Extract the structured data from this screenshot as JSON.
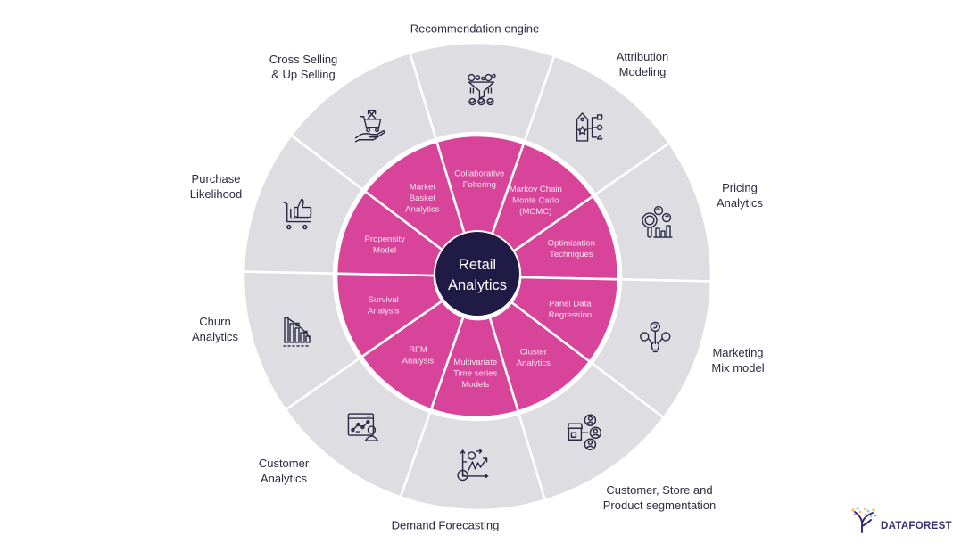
{
  "diagram": {
    "title": "Retail Analytics",
    "center": {
      "lines": [
        "Retail",
        "Analytics"
      ]
    },
    "colors": {
      "outer_ring": "#dedde2",
      "inner_ring": "#d9449b",
      "center": "#1f1b45",
      "divider": "#ffffff",
      "outer_text": "#2d2b3f",
      "inner_text": "#fbe3f0",
      "icon": "#2a2845"
    },
    "outer_segments": [
      {
        "lines": [
          "Recommendation engine"
        ],
        "icon": "funnel-filter-icon"
      },
      {
        "lines": [
          "Attribution",
          "Modeling"
        ],
        "icon": "tag-flow-icon"
      },
      {
        "lines": [
          "Pricing",
          "Analytics"
        ],
        "icon": "price-search-chart-icon"
      },
      {
        "lines": [
          "Marketing",
          "Mix model"
        ],
        "icon": "lightbulb-ideas-icon"
      },
      {
        "lines": [
          "Customer, Store and",
          "Product segmentation"
        ],
        "icon": "store-customers-icon"
      },
      {
        "lines": [
          "Demand Forecasting"
        ],
        "icon": "forecast-chart-icon"
      },
      {
        "lines": [
          "Customer",
          "Analytics"
        ],
        "icon": "dashboard-user-icon"
      },
      {
        "lines": [
          "Churn",
          "Analytics"
        ],
        "icon": "declining-bars-icon"
      },
      {
        "lines": [
          "Purchase",
          "Likelihood"
        ],
        "icon": "cart-thumbs-up-icon"
      },
      {
        "lines": [
          "Cross Selling",
          "& Up Selling"
        ],
        "icon": "hand-cart-icon"
      }
    ],
    "inner_segments": [
      {
        "lines": [
          "Collaborative",
          "Foltering"
        ]
      },
      {
        "lines": [
          "Markov Chain",
          "Monte Carlo",
          "(MCMC)"
        ]
      },
      {
        "lines": [
          "Optimization",
          "Techniques"
        ]
      },
      {
        "lines": [
          "Panel Data",
          "Regression"
        ]
      },
      {
        "lines": [
          "Cluster",
          "Analytics"
        ]
      },
      {
        "lines": [
          "Multivariate",
          "Time series",
          "Models"
        ]
      },
      {
        "lines": [
          "RFM",
          "Analysis"
        ]
      },
      {
        "lines": [
          "Survival",
          "Analysis"
        ]
      },
      {
        "lines": [
          "Propensity",
          "Model"
        ]
      },
      {
        "lines": [
          "Market",
          "Basket",
          "Analytics"
        ]
      }
    ]
  },
  "logo": {
    "text": "DATAFOREST",
    "icon": "tree-logo-icon"
  }
}
